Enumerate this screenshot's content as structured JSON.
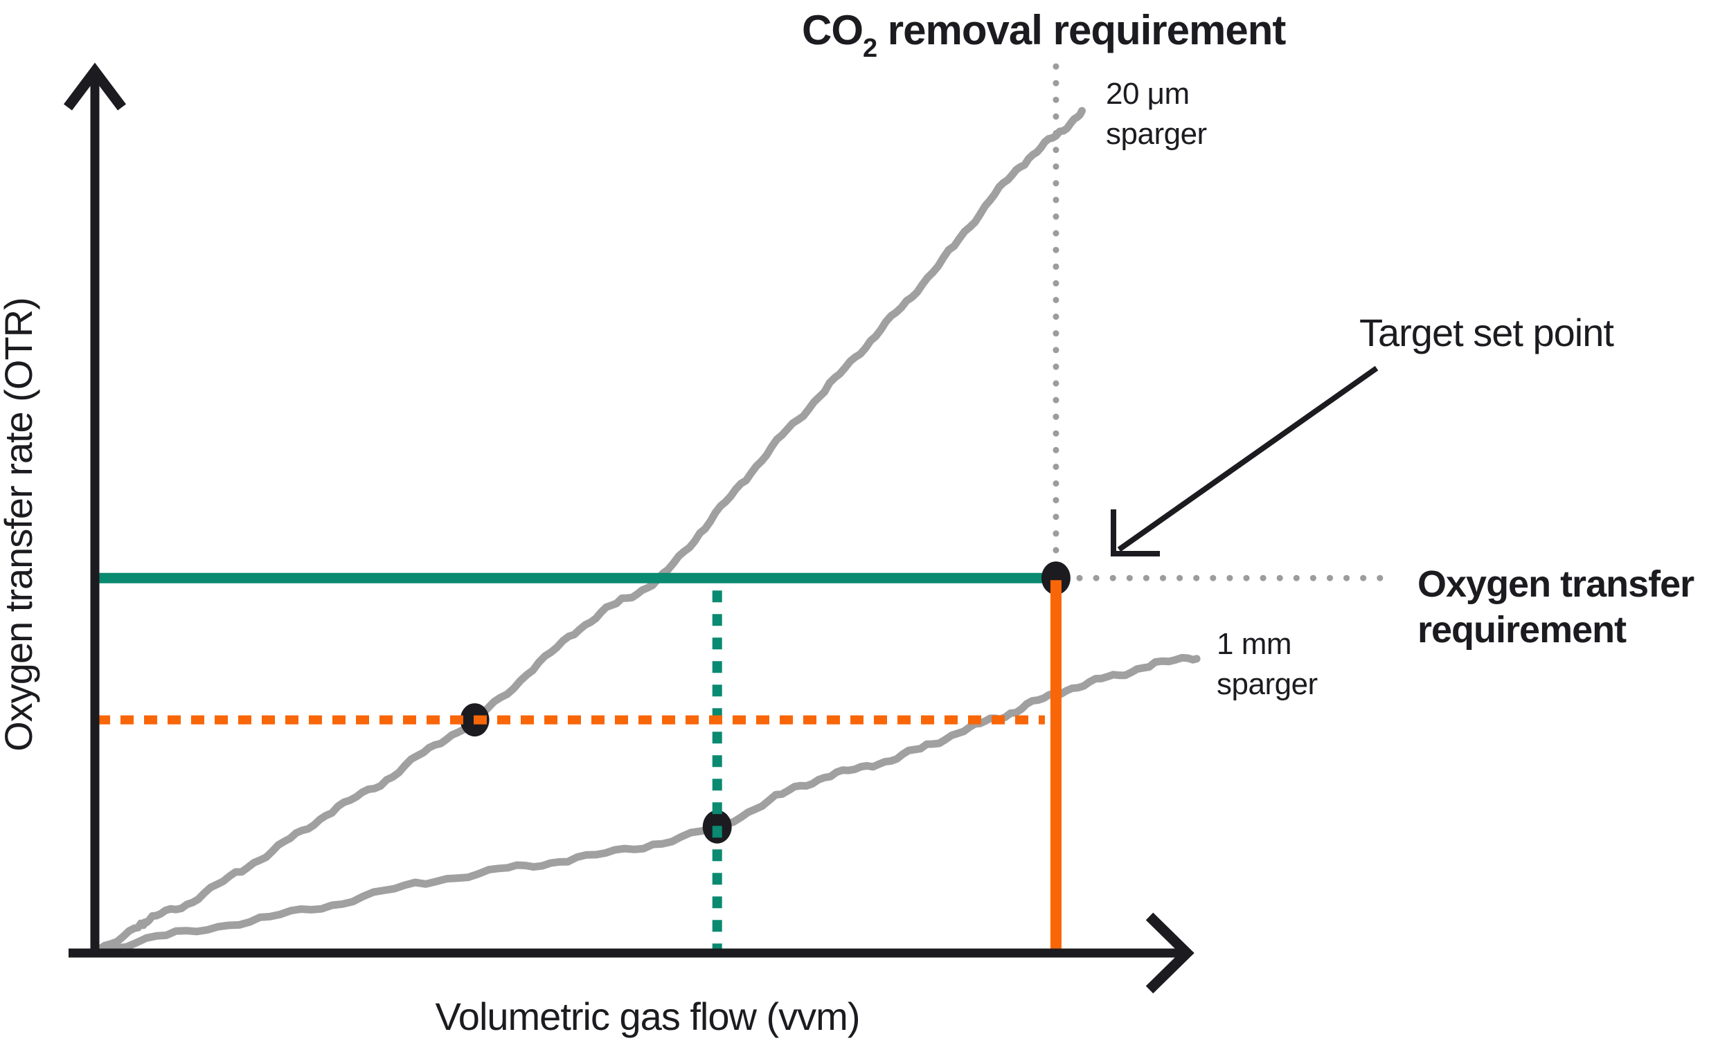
{
  "labels": {
    "title": {
      "pre": "CO",
      "sub": "2",
      "post": " removal requirement"
    },
    "target_set_point": "Target set point",
    "oxygen_transfer_requirement": {
      "line1": "Oxygen transfer",
      "line2": "requirement"
    },
    "sparger_20um": {
      "line1": "20 μm",
      "line2": "sparger"
    },
    "sparger_1mm": {
      "line1": "1 mm",
      "line2": "sparger"
    },
    "xlabel": "Volumetric gas flow (vvm)",
    "ylabel": "Oxygen transfer rate (OTR)"
  },
  "chart_data": {
    "type": "line",
    "title": "CO₂ removal requirement",
    "xlabel": "Volumetric gas flow (vvm)",
    "ylabel": "Oxygen transfer rate (OTR)",
    "axis_style": "conceptual arrows, no ticks, no numeric scale",
    "xlim": [
      0,
      100
    ],
    "ylim": [
      0,
      100
    ],
    "legend_position": "inline labels at curve ends",
    "grid": false,
    "series": [
      {
        "name": "20 μm sparger",
        "style": "wavy gray line",
        "points": [
          [
            0.2,
            0.4
          ],
          [
            4.0,
            2.9
          ],
          [
            5.0,
            3.9
          ],
          [
            8.5,
            5.7
          ],
          [
            13.0,
            9.1
          ],
          [
            17.5,
            12.6
          ],
          [
            21.9,
            16.3
          ],
          [
            26.4,
            19.5
          ],
          [
            30.9,
            23.5
          ],
          [
            35.1,
            26.8
          ],
          [
            39.9,
            32.0
          ],
          [
            44.3,
            36.8
          ],
          [
            48.2,
            40.2
          ],
          [
            52.0,
            42.9
          ],
          [
            55.9,
            48.3
          ],
          [
            59.7,
            53.9
          ],
          [
            63.5,
            59.4
          ],
          [
            67.4,
            64.6
          ],
          [
            71.2,
            69.8
          ],
          [
            75.0,
            74.9
          ],
          [
            78.9,
            80.5
          ],
          [
            82.7,
            86.5
          ],
          [
            85.9,
            90.9
          ],
          [
            88.8,
            94.0
          ],
          [
            91.2,
            96.6
          ]
        ]
      },
      {
        "name": "1 mm sparger",
        "style": "wavy gray line",
        "points": [
          [
            0.2,
            0.2
          ],
          [
            6.6,
            2.0
          ],
          [
            14.3,
            3.7
          ],
          [
            21.9,
            5.6
          ],
          [
            29.6,
            7.9
          ],
          [
            37.3,
            9.5
          ],
          [
            43.7,
            10.7
          ],
          [
            50.7,
            12.3
          ],
          [
            57.5,
            14.5
          ],
          [
            62.9,
            17.9
          ],
          [
            67.4,
            20.2
          ],
          [
            71.9,
            21.6
          ],
          [
            76.3,
            23.5
          ],
          [
            80.8,
            25.9
          ],
          [
            84.6,
            27.6
          ],
          [
            88.7,
            29.8
          ],
          [
            93.0,
            31.4
          ],
          [
            97.4,
            33.0
          ],
          [
            101.8,
            34.1
          ]
        ]
      }
    ],
    "guides": {
      "co2_removal_flow": 88.8,
      "oxygen_transfer_level": 43.1,
      "sparger_20um_equivalent_level": 26.8,
      "sparger_1mm_equivalent_flow": 57.5
    },
    "markers": [
      {
        "name": "target-set-point",
        "point": [
          88.8,
          43.1
        ]
      },
      {
        "name": "20um-sparger-intersection",
        "point": [
          35.1,
          26.8
        ]
      },
      {
        "name": "1mm-sparger-intersection",
        "point": [
          57.5,
          14.5
        ]
      }
    ],
    "colors": {
      "teal": "#0a8a70",
      "orange": "#f96608",
      "curve_gray": "#a0a0a0",
      "dotted_gray": "#9c9c9c",
      "ink": "#1b1b20"
    }
  }
}
